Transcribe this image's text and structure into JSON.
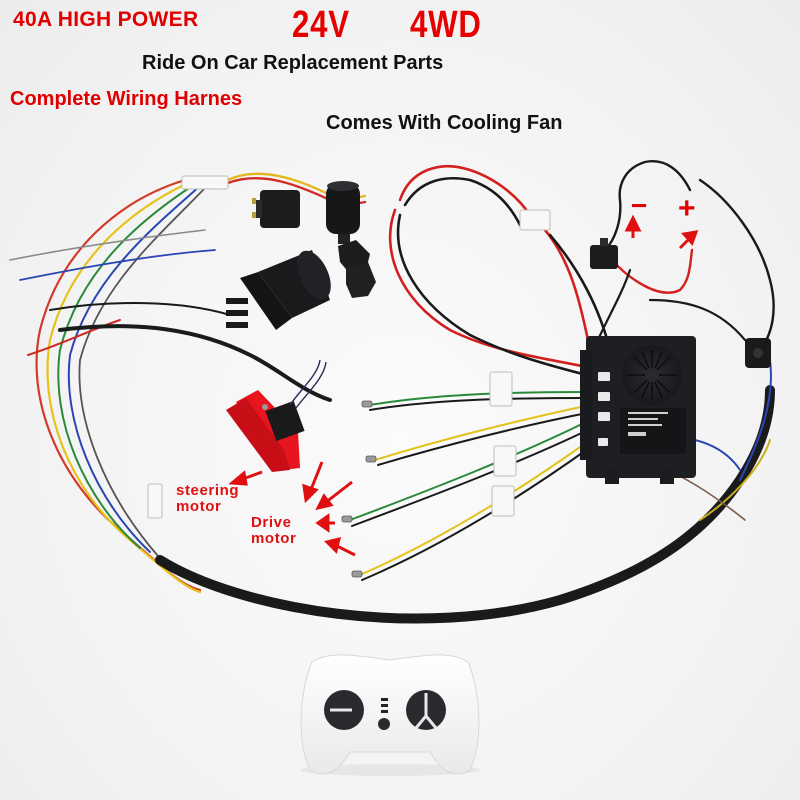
{
  "headline": {
    "power": "40A HIGH POWER",
    "voltage": "24V",
    "drive": "4WD",
    "subtitle": "Ride On Car Replacement Parts",
    "harness": "Complete Wiring Harnes",
    "fan": "Comes With Cooling Fan"
  },
  "annotations": {
    "steering_line1": "steering",
    "steering_line2": "motor",
    "drive_line1": "Drive",
    "drive_line2": "motor",
    "minus": "−",
    "plus": "+"
  },
  "components": [
    {
      "name": "wire-connector-plug",
      "kind": "connector"
    },
    {
      "name": "rocker-switch",
      "kind": "switch"
    },
    {
      "name": "ignition-key-switch",
      "kind": "key-switch"
    },
    {
      "name": "gear-shifter-switch",
      "kind": "switch"
    },
    {
      "name": "foot-pedal",
      "kind": "pedal",
      "color": "#e8141e"
    },
    {
      "name": "controller-box-with-cooling-fan",
      "kind": "controller"
    },
    {
      "name": "power-toggle-switch",
      "kind": "switch"
    },
    {
      "name": "charging-port",
      "kind": "port"
    },
    {
      "name": "remote-control",
      "kind": "remote"
    }
  ],
  "colors": {
    "accent_red": "#e00000",
    "text_black": "#111111",
    "pedal_red": "#e8141e",
    "controller_black": "#1e1f22",
    "remote_white": "#f4f4f4"
  }
}
